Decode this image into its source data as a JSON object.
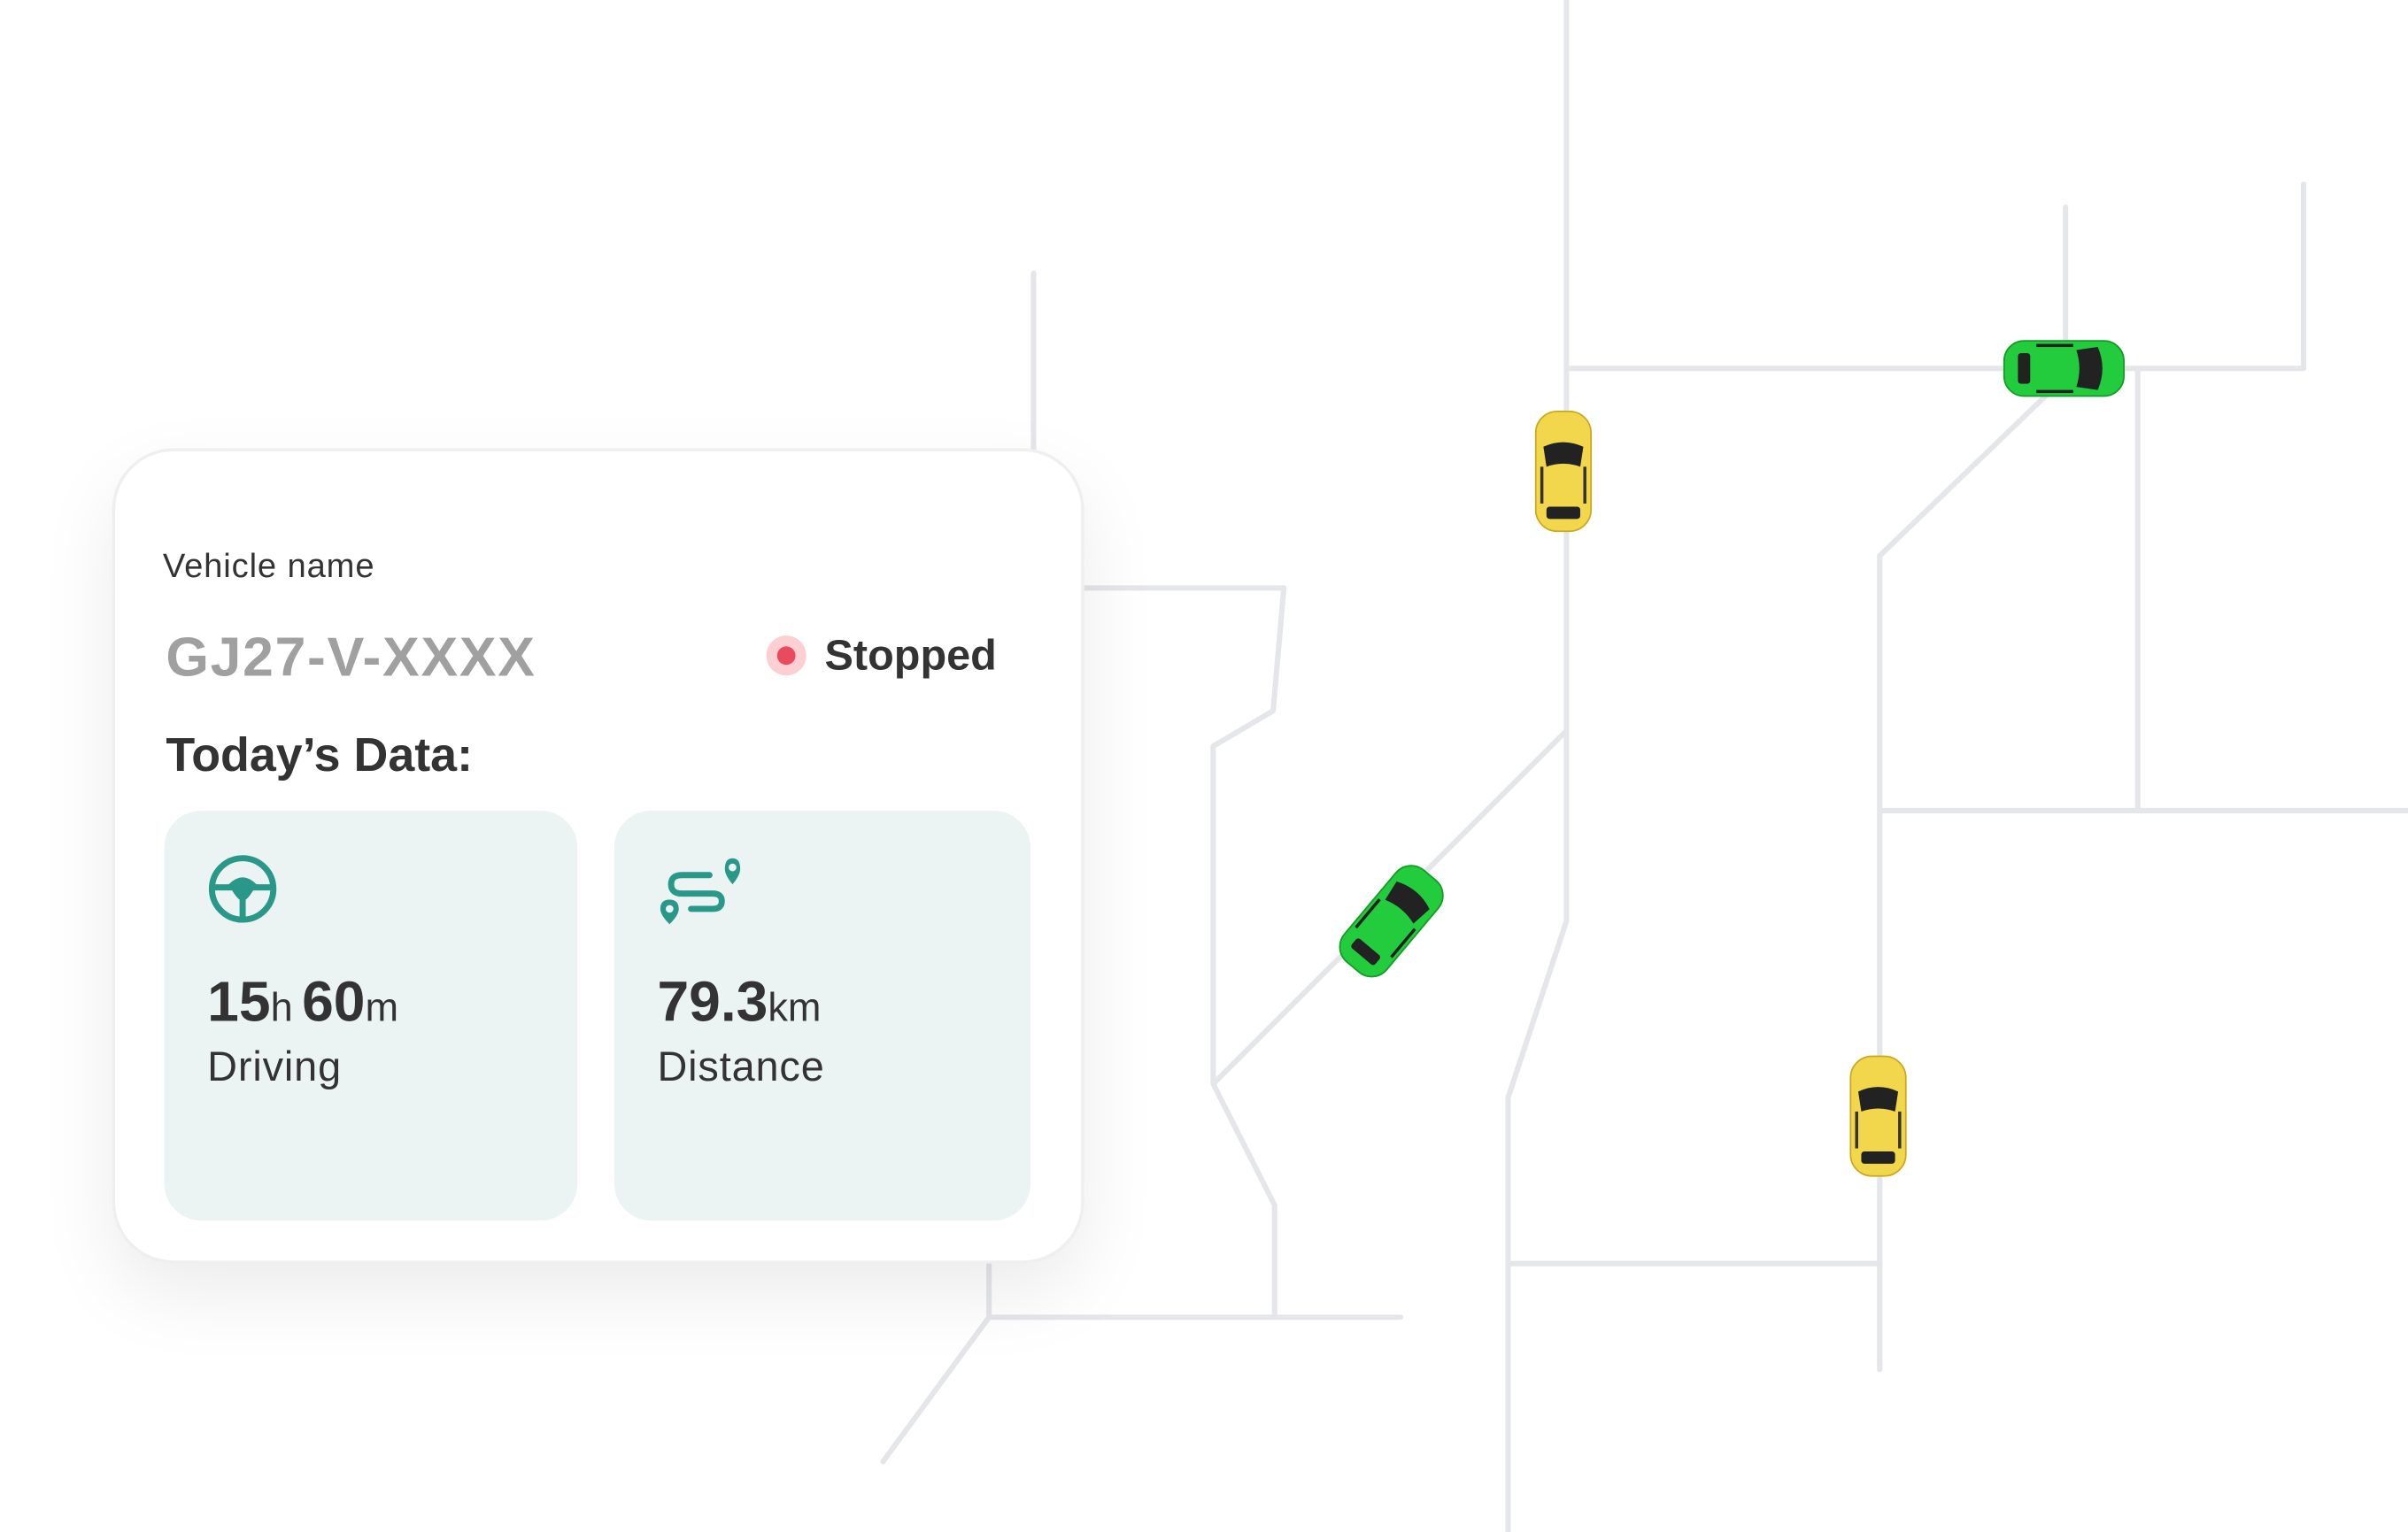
{
  "card": {
    "label": "Vehicle name",
    "vehicle_name": "GJ27-V-XXXX",
    "status": "Stopped",
    "status_color": "#e94a5c",
    "section_title": "Today’s Data:",
    "driving": {
      "hours": "15",
      "hours_unit": "h",
      "minutes": "60",
      "minutes_unit": "m",
      "caption": "Driving",
      "icon": "steering-wheel-icon"
    },
    "distance": {
      "value": "79.3",
      "unit": "km",
      "caption": "Distance",
      "icon": "route-icon"
    }
  },
  "colors": {
    "accent": "#2a9889",
    "tile_bg": "#ebf4f3",
    "road": "#e5e6ea",
    "car_green": "#22cc3c",
    "car_yellow": "#f2d64b"
  }
}
